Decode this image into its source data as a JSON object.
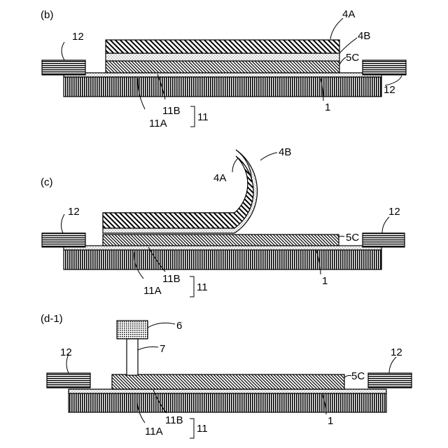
{
  "panels": {
    "b": {
      "tag": "(b)",
      "labels": {
        "l4a": "4A",
        "l4b": "4B",
        "l5c": "5C",
        "l12_left": "12",
        "l12_right": "12",
        "l1": "1",
        "l11b": "11B",
        "l11a": "11A",
        "l11": "11"
      }
    },
    "c": {
      "tag": "(c)",
      "labels": {
        "l4a": "4A",
        "l4b": "4B",
        "l5c": "5C",
        "l12_left": "12",
        "l12_right": "12",
        "l1": "1",
        "l11b": "11B",
        "l11a": "11A",
        "l11": "11"
      }
    },
    "d1": {
      "tag": "(d-1)",
      "labels": {
        "l6": "6",
        "l7": "7",
        "l5c": "5C",
        "l12_left": "12",
        "l12_right": "12",
        "l1": "1",
        "l11b": "11B",
        "l11a": "11A",
        "l11": "11"
      }
    }
  }
}
